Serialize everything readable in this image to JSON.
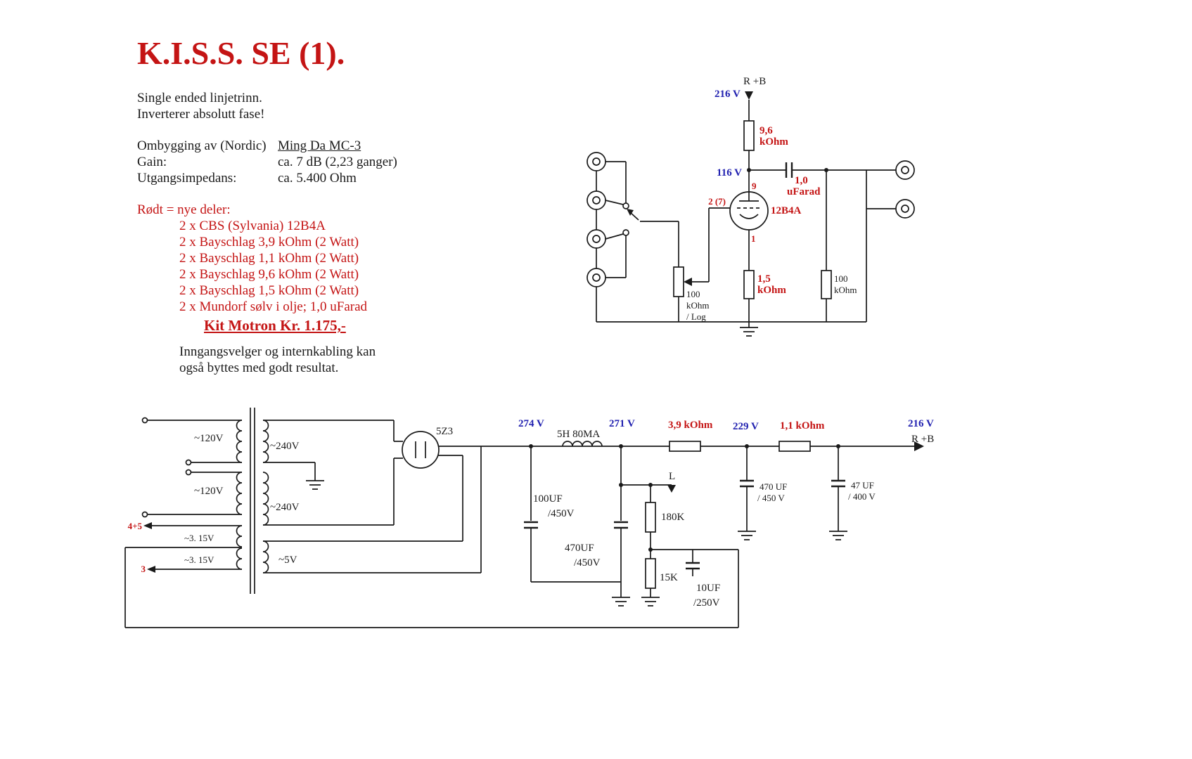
{
  "colors": {
    "accent_red": "#c41414",
    "accent_blue": "#2121b0",
    "ink": "#1a1a1a"
  },
  "header": {
    "title": "K.I.S.S. SE (1).",
    "intro1": "Single ended linjetrinn.",
    "intro2": "Inverterer absolutt fase!",
    "rebuild_label": "Ombygging av (Nordic)",
    "rebuild_value": "Ming Da MC-3",
    "gain_label": "Gain:",
    "gain_value": "ca. 7 dB (2,23 ganger)",
    "impedance_label": "Utgangsimpedans:",
    "impedance_value": "ca. 5.400 Ohm"
  },
  "parts": {
    "heading": "Rødt = nye deler:",
    "items": [
      "2 x CBS (Sylvania) 12B4A",
      "2 x Bayschlag 3,9 kOhm (2 Watt)",
      "2 x Bayschlag 1,1 kOhm (2 Watt)",
      "2 x Bayschlag 9,6 kOhm (2 Watt)",
      "2 x Bayschlag 1,5 kOhm (2 Watt)",
      "2 x Mundorf sølv i olje; 1,0 uFarad"
    ],
    "kit": "Kit Motron Kr. 1.175,-",
    "note1": "Inngangsvelger og internkabling kan",
    "note2": "også byttes med godt resultat."
  },
  "linestage": {
    "supply": "R  +B",
    "v216": "216 V",
    "r96_value": "9,6",
    "r96_unit": "kOhm",
    "v116": "116 V",
    "cap_value": "1,0",
    "cap_unit": "uFarad",
    "pin_plate": "9",
    "pin_grid": "2 (7)",
    "tube": "12B4A",
    "pin_cathode": "1",
    "r15_value": "1,5",
    "r15_unit": "kOhm",
    "pot_value": "100",
    "pot_unit": "kOhm",
    "pot_taper": "/ Log",
    "rload_value": "100",
    "rload_unit": "kOhm"
  },
  "psu": {
    "primary1": "~120V",
    "primary2": "~120V",
    "sec_hv1": "~240V",
    "sec_hv2": "~240V",
    "heater1": "~3. 15V",
    "heater2": "~3. 15V",
    "rect_heater": "~5V",
    "tap45": "4+5",
    "tap3": "3",
    "rectifier": "5Z3",
    "v274": "274 V",
    "choke": "5H  80MA",
    "v271": "271 V",
    "r39": "3,9 kOhm",
    "v229": "229 V",
    "r11": "1,1 kOhm",
    "v216": "216 V",
    "supply": "R  +B",
    "c100_value": "100UF",
    "c100_volt": "/450V",
    "c470a_value": "470UF",
    "c470a_volt": "/450V",
    "out_l": "L",
    "r180k": "180K",
    "r15k": "15K",
    "c10_value": "10UF",
    "c10_volt": "/250V",
    "c470b_value": "470 UF",
    "c470b_volt": "/ 450 V",
    "c47_value": "47 UF",
    "c47_volt": "/ 400 V"
  }
}
